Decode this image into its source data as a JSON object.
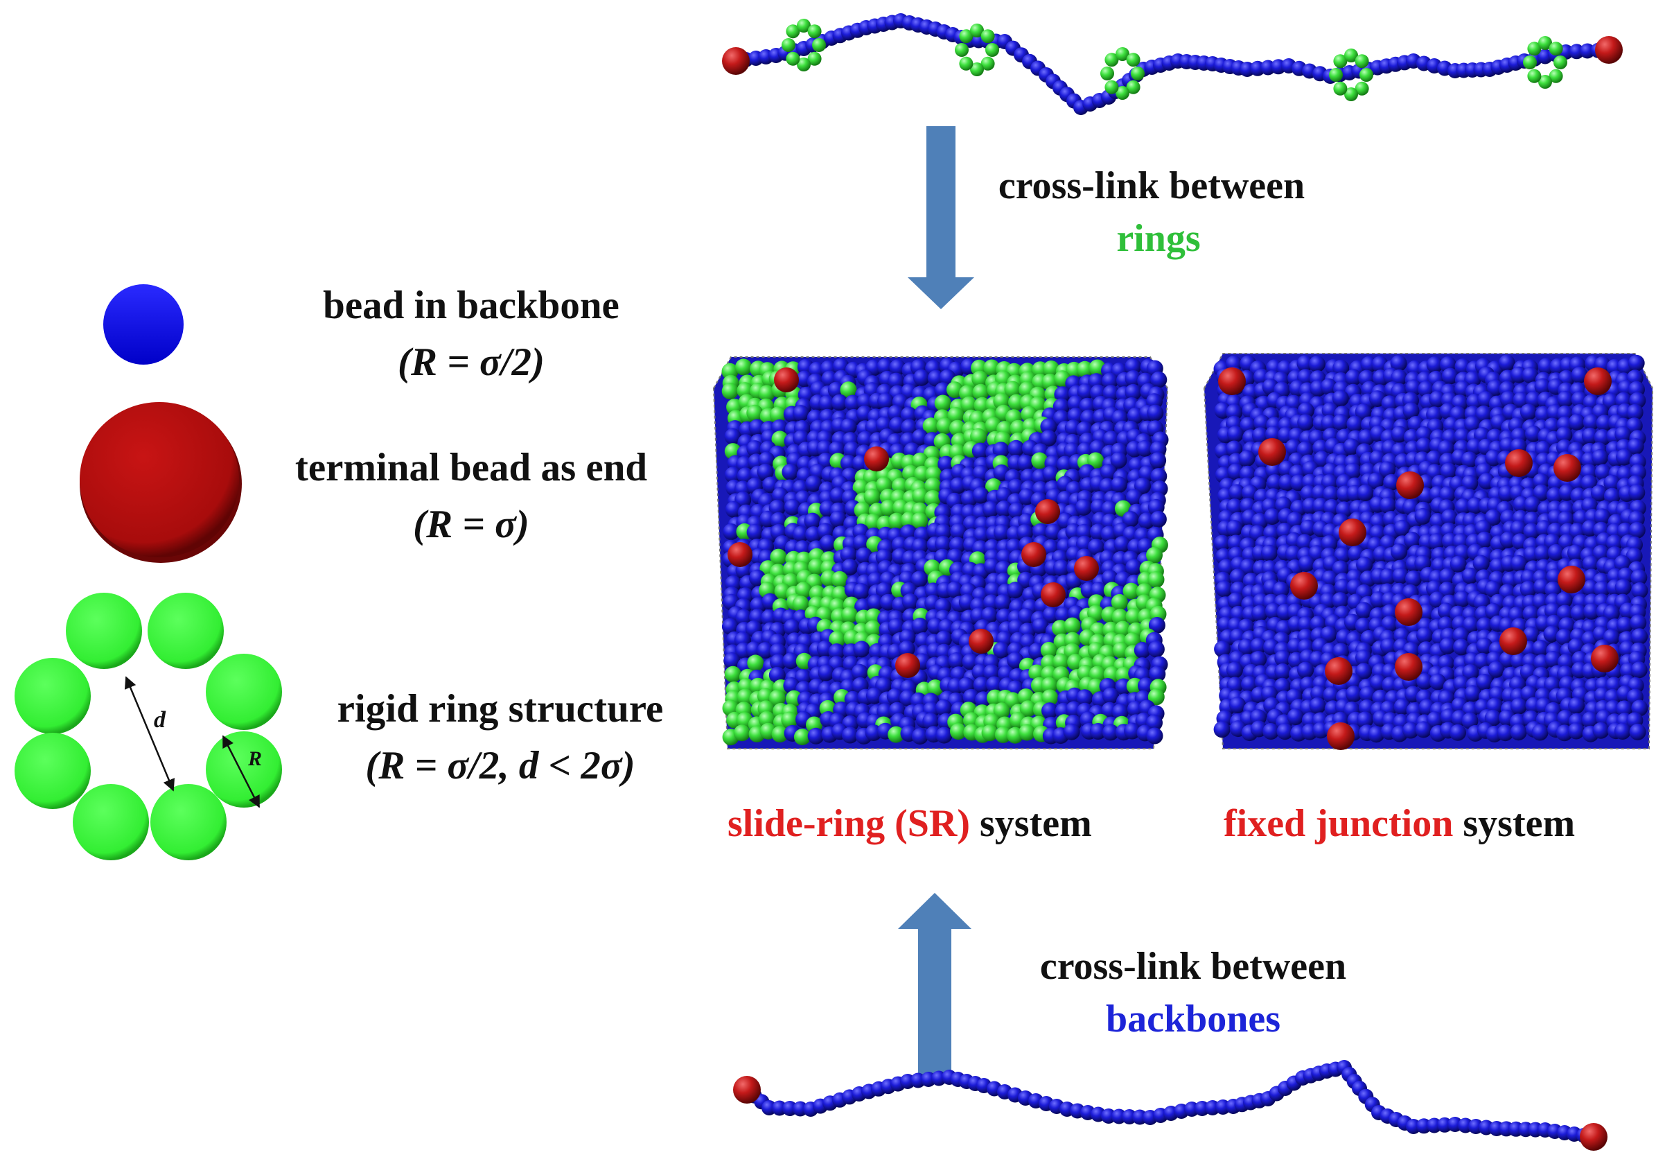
{
  "legend": {
    "backbone_bead": {
      "line1": "bead in backbone",
      "formula": "(R = σ/2)"
    },
    "terminal_bead": {
      "line1": "terminal bead as end",
      "formula": "(R = σ)"
    },
    "ring": {
      "line1": "rigid ring structure",
      "formula": "(R = σ/2, d  <  2σ)",
      "d_label": "d",
      "r_label": "R"
    }
  },
  "top_arrow": {
    "line1": "cross-link between",
    "line2": "rings"
  },
  "bottom_arrow": {
    "line1": "cross-link between",
    "line2": "backbones"
  },
  "systems": {
    "sr": {
      "highlight": "slide-ring (SR)",
      "rest": "system"
    },
    "fixed": {
      "highlight": "fixed junction",
      "rest": "system"
    }
  },
  "colors": {
    "backbone": "#1a1ac8",
    "terminal": "#c01818",
    "ring": "#35d835",
    "arrow": "#4f80b8",
    "label_red": "#e02020",
    "label_green": "#2fbf3a",
    "label_blue": "#1c24d8"
  }
}
